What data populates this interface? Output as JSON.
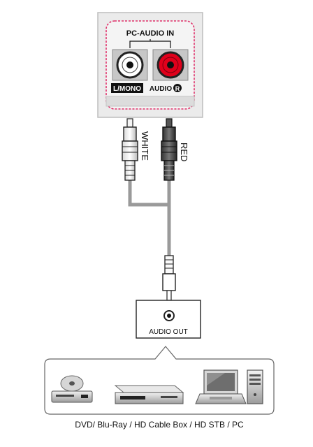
{
  "tv_panel": {
    "group_label": "PC-AUDIO IN",
    "left_jack_label": "L/MONO",
    "right_jack_label": "AUDIO",
    "right_jack_badge": "R"
  },
  "cable": {
    "left_plug_label": "WHITE",
    "right_plug_label": "RED"
  },
  "source_box": {
    "jack_label": "AUDIO OUT"
  },
  "devices": {
    "caption": "DVD/ Blu-Ray / HD Cable Box / HD STB / PC",
    "items": [
      {
        "icon": "dvd-player-icon"
      },
      {
        "icon": "blu-ray-player-icon"
      },
      {
        "icon": "laptop-icon"
      },
      {
        "icon": "pc-tower-icon"
      }
    ]
  },
  "colors": {
    "white_jack": "#ffffff",
    "red_jack": "#e0001b",
    "panel_border_dashed": "#e0306a",
    "panel_bg": "#efefef",
    "cable": "#9a9a9a"
  }
}
